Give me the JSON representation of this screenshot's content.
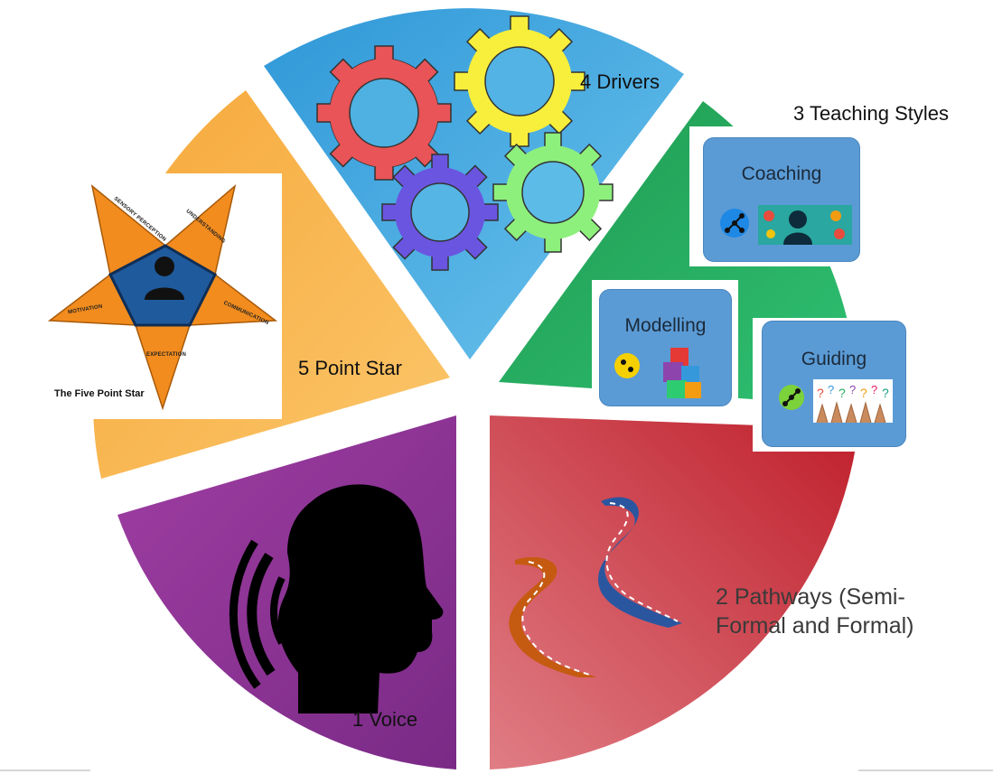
{
  "segments": {
    "drivers": "4 Drivers",
    "teaching_styles": "3 Teaching Styles",
    "five_point_star": "5 Point Star",
    "voice": "1 Voice",
    "pathways": "2 Pathways (Semi-Formal and Formal)"
  },
  "teaching_cards": {
    "coaching": "Coaching",
    "modelling": "Modelling",
    "guiding": "Guiding"
  },
  "star": {
    "caption": "The Five Point Star",
    "points": {
      "sensory": "SENSORY PERCEPTION",
      "understanding": "UNDERSTANDING",
      "communication": "COMMUNICATION",
      "expectation": "EXPECTATION",
      "motivation": "MOTIVATION"
    }
  },
  "colors": {
    "drivers": "#4fb0e2",
    "teaching": "#27a860",
    "pathways": "#c9353f",
    "voice": "#8e3593",
    "star": "#f7b64d"
  }
}
